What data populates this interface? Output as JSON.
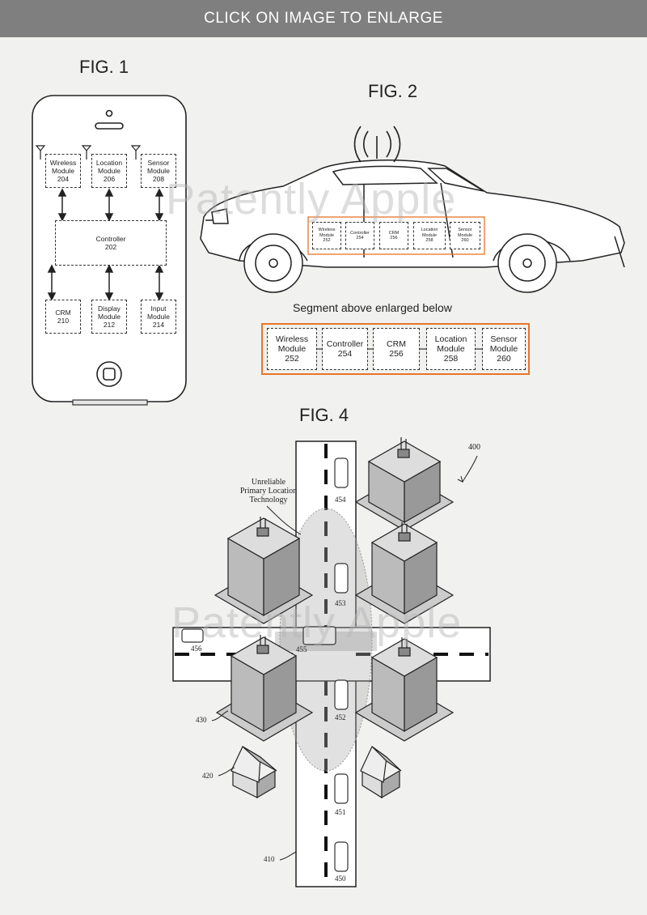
{
  "banner": {
    "text": "CLICK ON IMAGE TO ENLARGE"
  },
  "watermark": {
    "text": "Patently Apple"
  },
  "fig1": {
    "label": "FIG. 1",
    "top_modules": [
      {
        "name": "Wireless\nModule",
        "num": "204"
      },
      {
        "name": "Location\nModule",
        "num": "206"
      },
      {
        "name": "Sensor\nModule",
        "num": "208"
      }
    ],
    "controller": {
      "name": "Controller",
      "num": "202"
    },
    "bottom_modules": [
      {
        "name": "CRM",
        "num": "210"
      },
      {
        "name": "Display\nModule",
        "num": "212"
      },
      {
        "name": "Input\nModule",
        "num": "214"
      }
    ]
  },
  "fig2": {
    "label": "FIG. 2",
    "modules": [
      {
        "name": "Wireless\nModule",
        "num": "252"
      },
      {
        "name": "Controller",
        "num": "254"
      },
      {
        "name": "CRM",
        "num": "256"
      },
      {
        "name": "Location\nModule",
        "num": "258"
      },
      {
        "name": "Sensor\nModule",
        "num": "260"
      }
    ],
    "caption": "Segment above enlarged below"
  },
  "fig4": {
    "label": "FIG. 4",
    "ref_main": "400",
    "unreliable_label": "Unreliable\nPrimary Location\nTechnology",
    "refs": {
      "r454": "454",
      "r453": "453",
      "r455": "455",
      "r456": "456",
      "r452": "452",
      "r451": "451",
      "r450": "450",
      "r430": "430",
      "r420": "420",
      "r410": "410"
    }
  },
  "colors": {
    "accent": "#e8742a",
    "banner": "#7f7f7f"
  }
}
